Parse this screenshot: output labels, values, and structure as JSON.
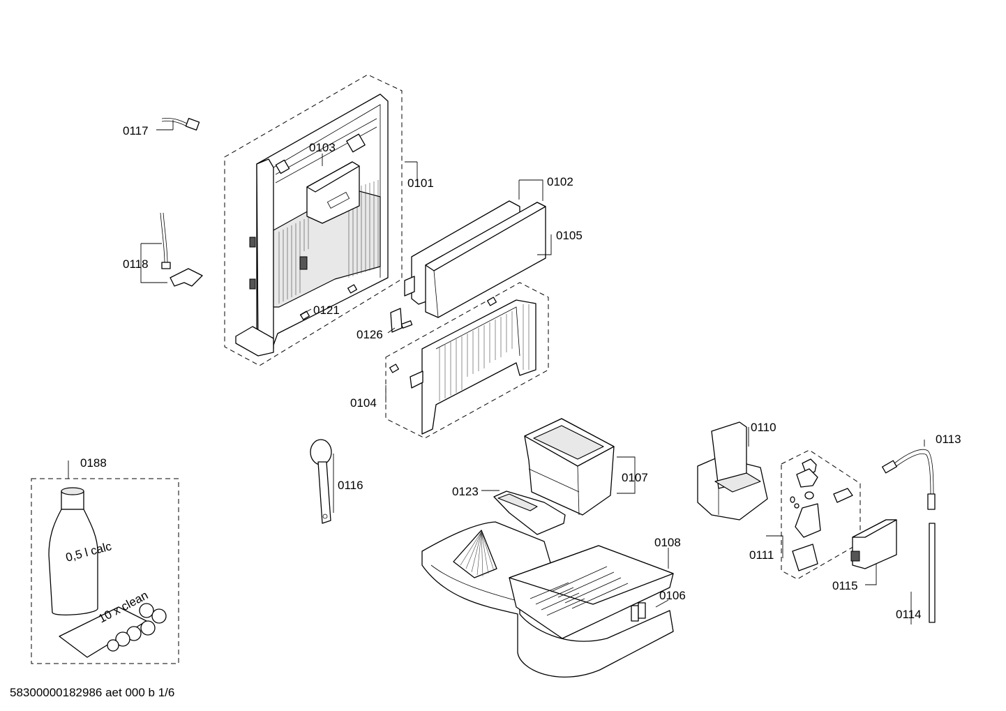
{
  "labels": {
    "p0101": "0101",
    "p0102": "0102",
    "p0103": "0103",
    "p0104": "0104",
    "p0105": "0105",
    "p0106": "0106",
    "p0107": "0107",
    "p0108": "0108",
    "p0110": "0110",
    "p0111": "0111",
    "p0113": "0113",
    "p0114": "0114",
    "p0115": "0115",
    "p0116": "0116",
    "p0117": "0117",
    "p0118": "0118",
    "p0121": "0121",
    "p0123": "0123",
    "p0126": "0126",
    "p0188": "0188"
  },
  "bottle_text": "0,5 l calc",
  "pack_text": "10 x clean",
  "footer": "58300000182986 aet 000 b 1/6"
}
